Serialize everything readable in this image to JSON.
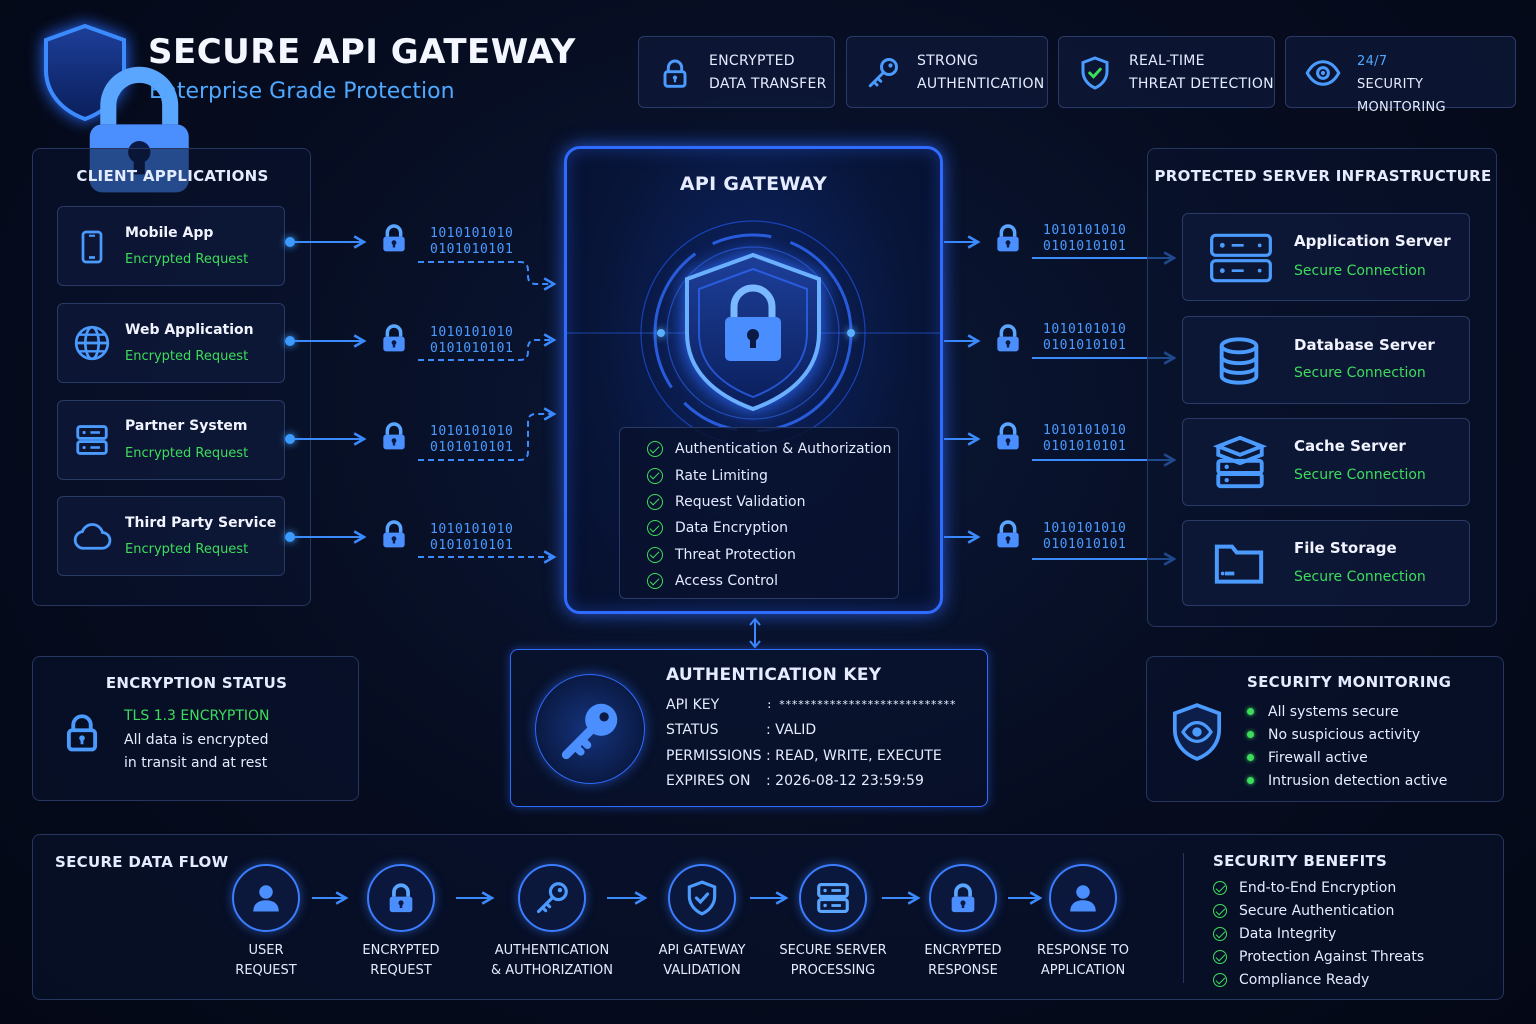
{
  "header": {
    "title": "SECURE API GATEWAY",
    "subtitle": "Enterprise Grade Protection"
  },
  "features": [
    {
      "icon": "lock-icon",
      "line1": "ENCRYPTED",
      "line2": "DATA TRANSFER"
    },
    {
      "icon": "key-icon",
      "line1": "STRONG",
      "line2": "AUTHENTICATION"
    },
    {
      "icon": "shield-check-icon",
      "line1": "REAL-TIME",
      "line2": "THREAT DETECTION"
    },
    {
      "icon": "eye-icon",
      "line1": "24/7",
      "line2": "SECURITY MONITORING"
    }
  ],
  "clients": {
    "heading": "CLIENT APPLICATIONS",
    "items": [
      {
        "icon": "mobile-icon",
        "name": "Mobile App",
        "status": "Encrypted Request"
      },
      {
        "icon": "globe-icon",
        "name": "Web Application",
        "status": "Encrypted Request"
      },
      {
        "icon": "server-icon",
        "name": "Partner System",
        "status": "Encrypted Request"
      },
      {
        "icon": "cloud-icon",
        "name": "Third Party Service",
        "status": "Encrypted Request"
      }
    ]
  },
  "binary": {
    "line1": "1010101010",
    "line2": "0101010101"
  },
  "gateway": {
    "heading": "API GATEWAY",
    "checks": [
      "Authentication & Authorization",
      "Rate Limiting",
      "Request Validation",
      "Data Encryption",
      "Threat Protection",
      "Access Control"
    ]
  },
  "servers": {
    "heading": "PROTECTED SERVER INFRASTRUCTURE",
    "items": [
      {
        "icon": "app-server-icon",
        "name": "Application Server",
        "status": "Secure Connection"
      },
      {
        "icon": "database-icon",
        "name": "Database Server",
        "status": "Secure Connection"
      },
      {
        "icon": "cache-server-icon",
        "name": "Cache Server",
        "status": "Secure Connection"
      },
      {
        "icon": "folder-icon",
        "name": "File Storage",
        "status": "Secure Connection"
      }
    ]
  },
  "encryption": {
    "heading": "ENCRYPTION STATUS",
    "tls": "TLS 1.3 ENCRYPTION",
    "line1": "All data is encrypted",
    "line2": "in transit and at rest"
  },
  "auth_key": {
    "heading": "AUTHENTICATION KEY",
    "rows": [
      {
        "label": "API KEY",
        "value": ": ****************************"
      },
      {
        "label": "STATUS",
        "value": ": VALID"
      },
      {
        "label": "PERMISSIONS",
        "value": ": READ, WRITE, EXECUTE"
      },
      {
        "label": "EXPIRES ON",
        "value": ": 2026-08-12 23:59:59"
      }
    ]
  },
  "monitoring": {
    "heading": "SECURITY MONITORING",
    "items": [
      "All systems secure",
      "No suspicious activity",
      "Firewall active",
      "Intrusion detection active"
    ]
  },
  "data_flow": {
    "heading": "SECURE DATA FLOW",
    "steps": [
      {
        "icon": "user-icon",
        "line1": "USER",
        "line2": "REQUEST"
      },
      {
        "icon": "lock-icon",
        "line1": "ENCRYPTED",
        "line2": "REQUEST"
      },
      {
        "icon": "key-icon",
        "line1": "AUTHENTICATION",
        "line2": "& AUTHORIZATION"
      },
      {
        "icon": "shield-check-icon",
        "line1": "API GATEWAY",
        "line2": "VALIDATION"
      },
      {
        "icon": "server-icon",
        "line1": "SECURE SERVER",
        "line2": "PROCESSING"
      },
      {
        "icon": "lock-icon",
        "line1": "ENCRYPTED",
        "line2": "RESPONSE"
      },
      {
        "icon": "user-icon",
        "line1": "RESPONSE TO",
        "line2": "APPLICATION"
      }
    ]
  },
  "benefits": {
    "heading": "SECURITY BENEFITS",
    "items": [
      "End-to-End Encryption",
      "Secure Authentication",
      "Data Integrity",
      "Protection Against Threats",
      "Compliance Ready"
    ]
  },
  "colors": {
    "accent": "#3b7dff",
    "subtitle": "#4fa8ff",
    "success": "#3ddc5c",
    "background": "#060c1f"
  }
}
